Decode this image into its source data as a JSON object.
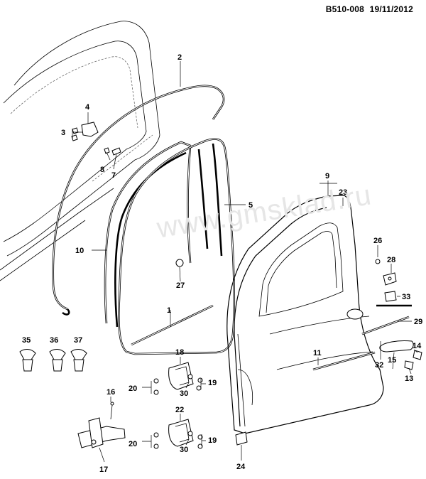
{
  "header": {
    "code": "B510-008",
    "date": "19/11/2012"
  },
  "watermark": "www.gmsklad.ru",
  "callouts": {
    "c1": "1",
    "c2": "2",
    "c3": "3",
    "c4": "4",
    "c5": "5",
    "c7": "7",
    "c8": "8",
    "c9": "9",
    "c10": "10",
    "c11": "11",
    "c13": "13",
    "c14": "14",
    "c15": "15",
    "c16": "16",
    "c17": "17",
    "c18": "18",
    "c19a": "19",
    "c19b": "19",
    "c20a": "20",
    "c20b": "20",
    "c22": "22",
    "c23": "23",
    "c24": "24",
    "c26": "26",
    "c27": "27",
    "c28": "28",
    "c29": "29",
    "c30a": "30",
    "c30b": "30",
    "c32": "32",
    "c33": "33",
    "c35": "35",
    "c36": "36",
    "c37": "37"
  }
}
